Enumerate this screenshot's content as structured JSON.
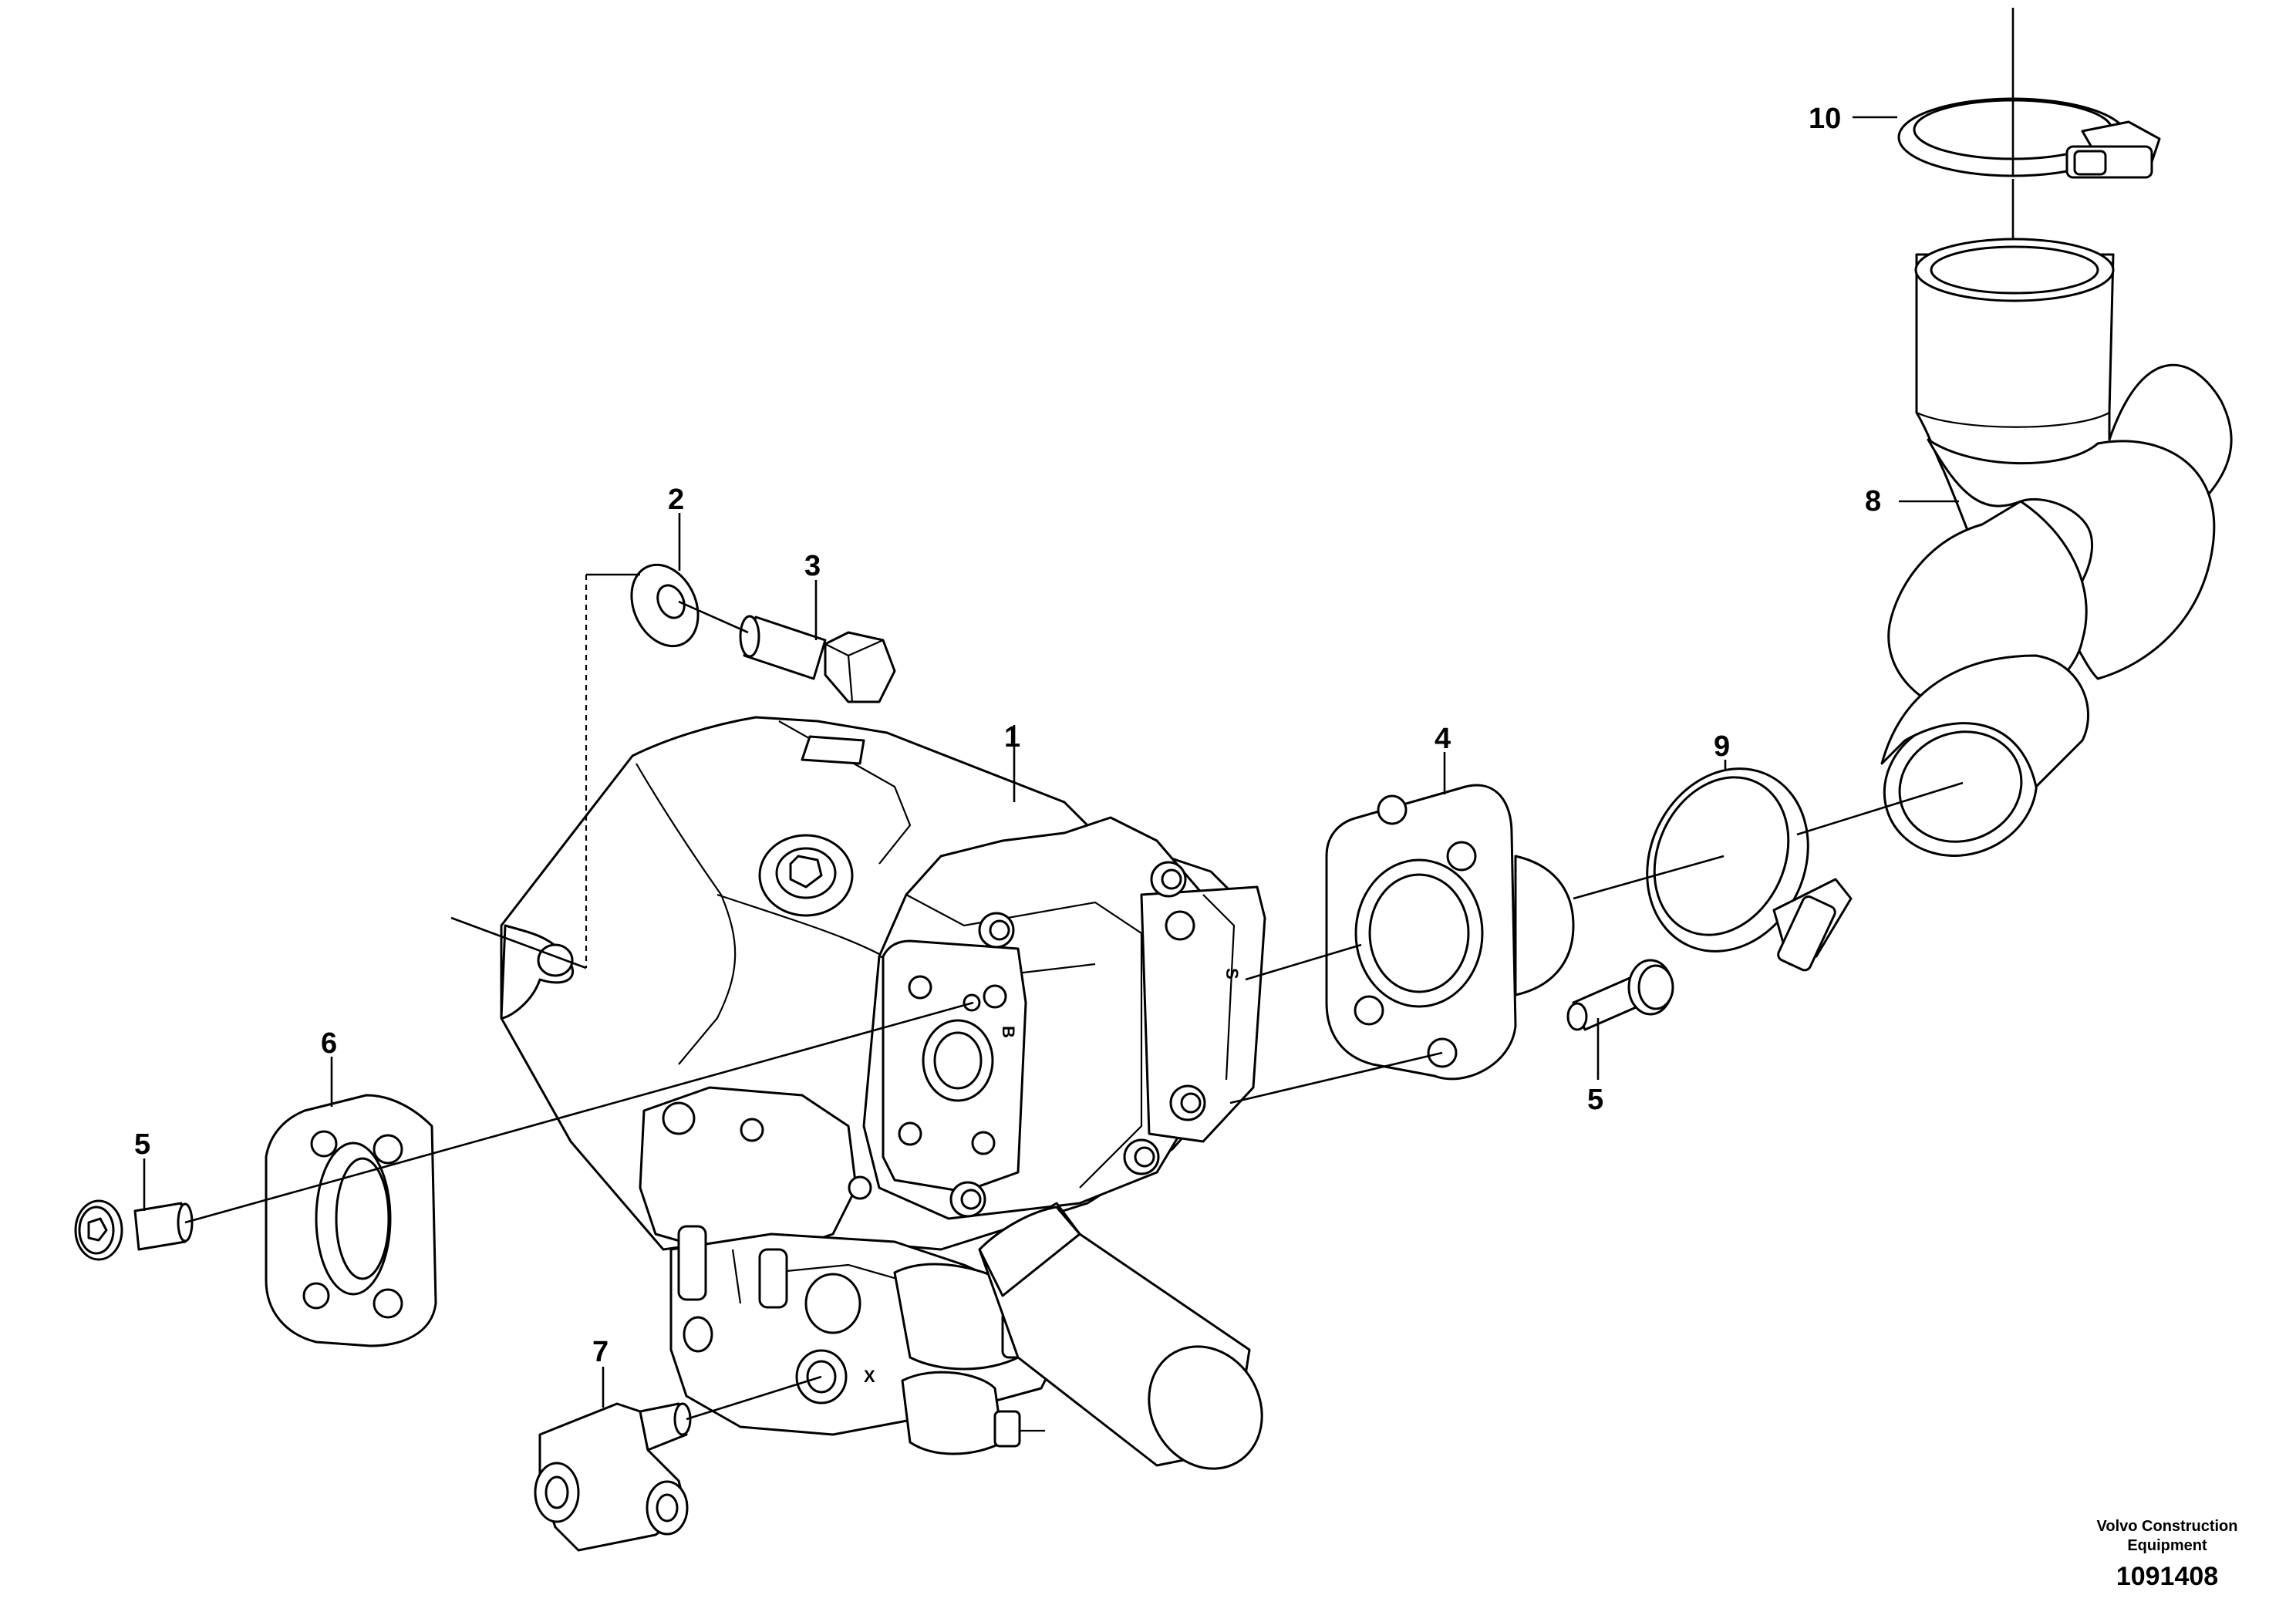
{
  "callouts": {
    "c1": "1",
    "c2": "2",
    "c3": "3",
    "c4": "4",
    "c5a": "5",
    "c5b": "5",
    "c6": "6",
    "c7": "7",
    "c8": "8",
    "c9": "9",
    "c10": "10"
  },
  "ports": {
    "b": "B",
    "s": "S",
    "x": "X"
  },
  "caption": {
    "brand_line1": "Volvo Construction",
    "brand_line2": "Equipment",
    "drawing_number": "1091408"
  }
}
